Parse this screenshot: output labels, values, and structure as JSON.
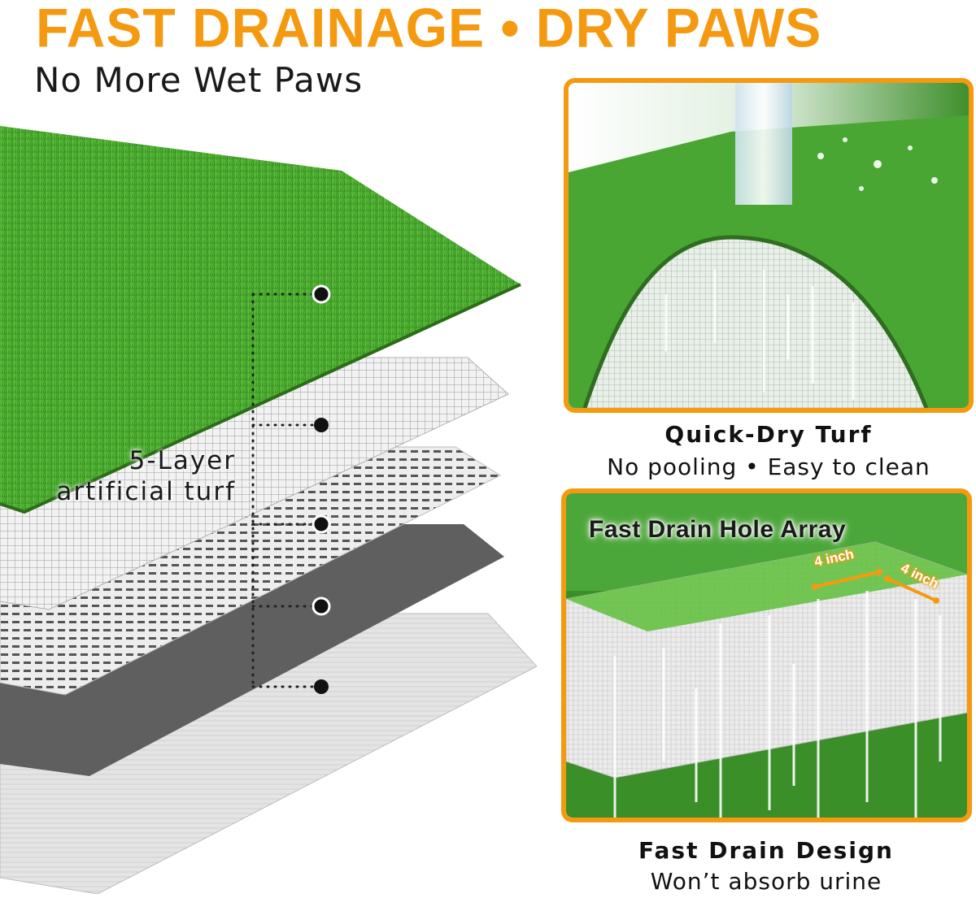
{
  "header": {
    "headline": "FAST DRAINAGE • DRY PAWS",
    "subheadline": "No More Wet Paws"
  },
  "layers": {
    "label_line1": "5-Layer",
    "label_line2": "artificial turf",
    "count": 5
  },
  "panels": {
    "quick_dry": {
      "title": "Quick-Dry Turf",
      "subtitle": "No pooling • Easy to clean"
    },
    "drain_holes": {
      "overlay_title": "Fast Drain Hole Array",
      "dimension_a": "4 inch",
      "dimension_b": "4 inch",
      "title": "Fast Drain Design",
      "subtitle": "Won’t absorb urine"
    }
  },
  "colors": {
    "accent": "#f59a10",
    "grass": "#3e9a2a",
    "grass_light": "#6cc24a",
    "text": "#111111"
  }
}
